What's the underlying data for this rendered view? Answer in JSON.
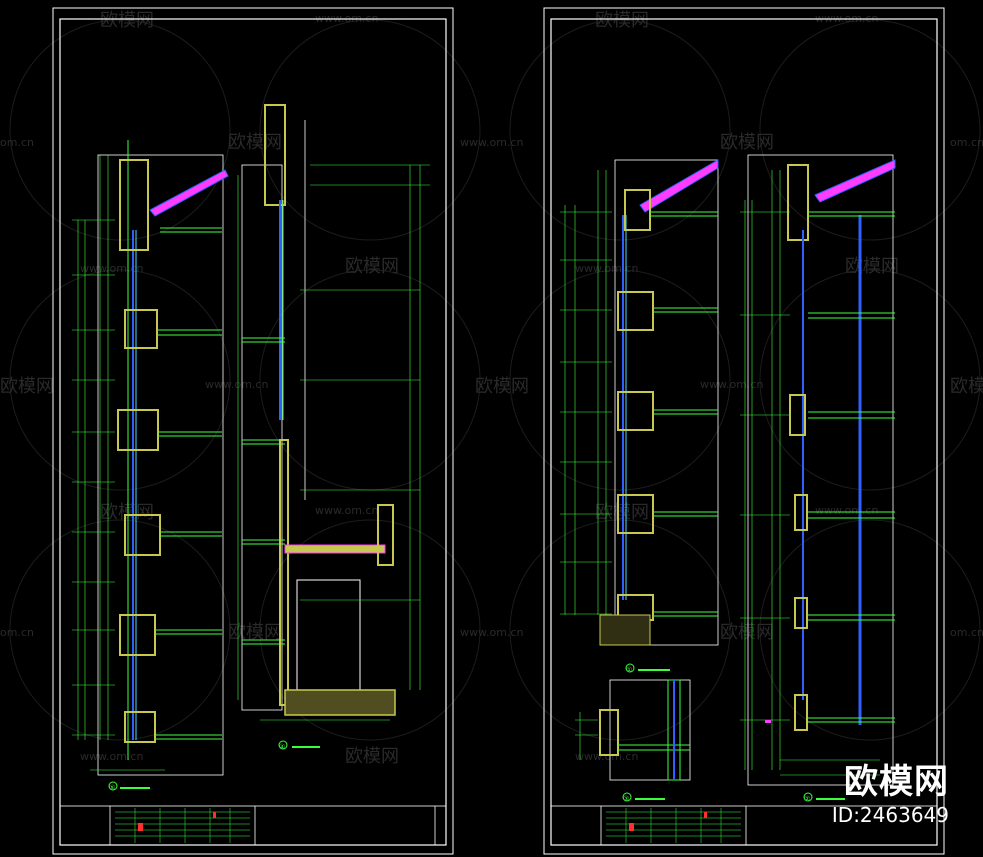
{
  "watermark": {
    "brand_cn": "欧模网",
    "site": "www.om.cn",
    "site_short": "om.cn"
  },
  "badge": {
    "brand": "欧模网",
    "id": "ID:2463649"
  },
  "drawing": {
    "line_color": "#3cff3c",
    "frame_color": "#ffffff",
    "hatch_color": "#c8c850",
    "glass_color": "#3060ff",
    "accent_color": "#ff3cff",
    "cyan_color": "#40e0ff",
    "labels": {
      "section_left_a": "⑤",
      "section_left_b": "④",
      "section_right_a": "①",
      "section_right_b": "③",
      "section_right_c": "②"
    }
  }
}
